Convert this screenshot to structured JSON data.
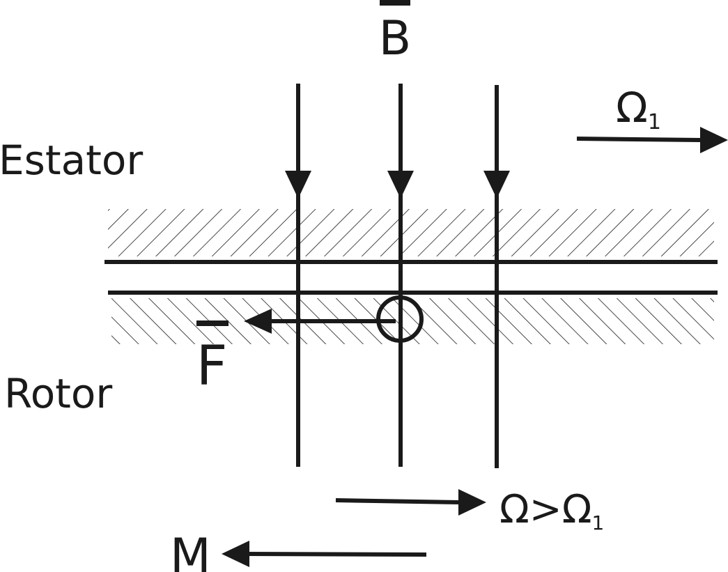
{
  "labels": {
    "field": "B",
    "stator": "Estator",
    "rotor": "Rotor",
    "force": "F",
    "torque": "M",
    "omega1_symbol": "Ω",
    "omega1_sub": "1",
    "omega_rotor_prefix": "Ω>Ω",
    "omega_rotor_sub": "1"
  },
  "colors": {
    "ink": "#1a1a1a",
    "background": "#ffffff"
  }
}
